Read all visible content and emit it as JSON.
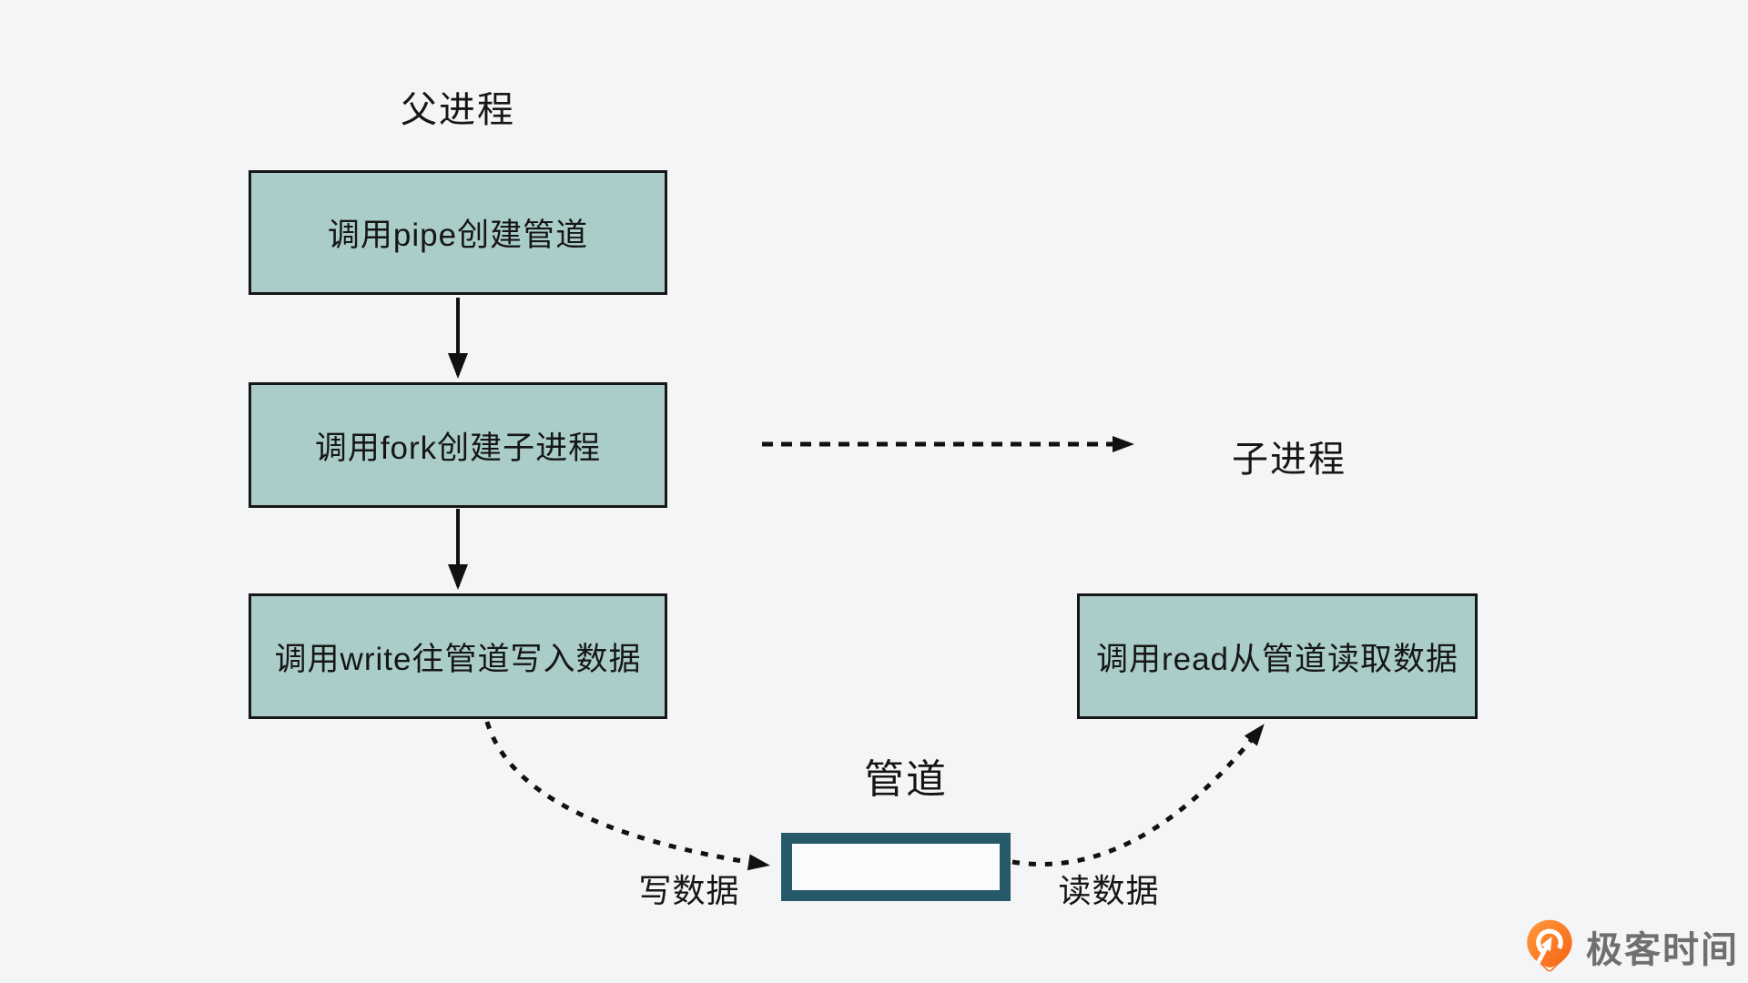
{
  "canvas": {
    "background": "#f4f5f6"
  },
  "colors": {
    "box_fill": "#aacdc9",
    "box_border": "#161616",
    "arrow": "#111111",
    "pipe_box_border": "#275a68",
    "pipe_box_fill": "#fafbfc",
    "text": "#161616",
    "logo_orange": "#f96a1c",
    "logo_text": "#6f6f6f"
  },
  "labels": {
    "parent_process": "父进程",
    "child_process": "子进程",
    "pipe": "管道",
    "write_data": "写数据",
    "read_data": "读数据"
  },
  "steps": {
    "create_pipe": "调用pipe创建管道",
    "fork_child": "调用fork创建子进程",
    "write_to_pipe": "调用write往管道写入数据",
    "read_from_pipe": "调用read从管道读取数据"
  },
  "logo": {
    "brand": "极客时间"
  }
}
